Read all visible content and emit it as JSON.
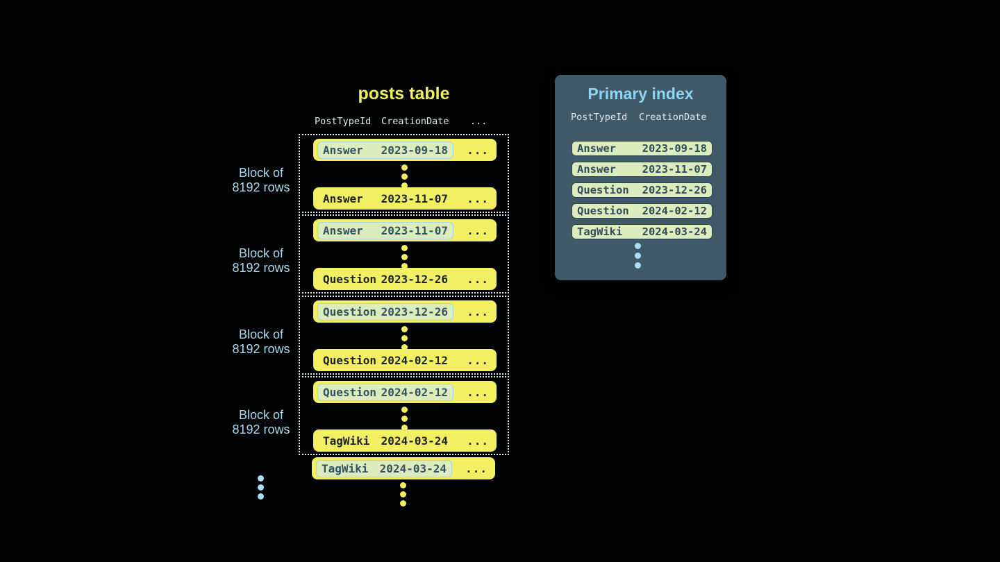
{
  "colors": {
    "background": "#010302",
    "row_yellow": "#f3ef62",
    "highlight_green": "#dcecbd",
    "highlight_border_blue": "#a6d5e3",
    "accent_blue": "#a9dcf2",
    "panel_bg": "#3f5968",
    "panel_title_blue": "#8ed6f2",
    "dark_slate_text": "#2e4c5a"
  },
  "posts_table": {
    "title": "posts table",
    "headers": {
      "col1": "PostTypeId",
      "col2": "CreationDate",
      "col3": "..."
    },
    "ellipsis": "...",
    "block_label": {
      "line1": "Block of",
      "line2": "8192 rows"
    },
    "blocks": [
      {
        "first": {
          "type": "Answer",
          "date": "2023-09-18"
        },
        "last": {
          "type": "Answer",
          "date": "2023-11-07"
        }
      },
      {
        "first": {
          "type": "Answer",
          "date": "2023-11-07"
        },
        "last": {
          "type": "Question",
          "date": "2023-12-26"
        }
      },
      {
        "first": {
          "type": "Question",
          "date": "2023-12-26"
        },
        "last": {
          "type": "Question",
          "date": "2024-02-12"
        }
      },
      {
        "first": {
          "type": "Question",
          "date": "2024-02-12"
        },
        "last": {
          "type": "TagWiki",
          "date": "2024-03-24"
        }
      }
    ],
    "trailing_row": {
      "type": "TagWiki",
      "date": "2024-03-24"
    }
  },
  "primary_index": {
    "title": "Primary index",
    "headers": {
      "col1": "PostTypeId",
      "col2": "CreationDate"
    },
    "rows": [
      {
        "type": "Answer",
        "date": "2023-09-18"
      },
      {
        "type": "Answer",
        "date": "2023-11-07"
      },
      {
        "type": "Question",
        "date": "2023-12-26"
      },
      {
        "type": "Question",
        "date": "2024-02-12"
      },
      {
        "type": "TagWiki",
        "date": "2024-03-24"
      }
    ]
  }
}
